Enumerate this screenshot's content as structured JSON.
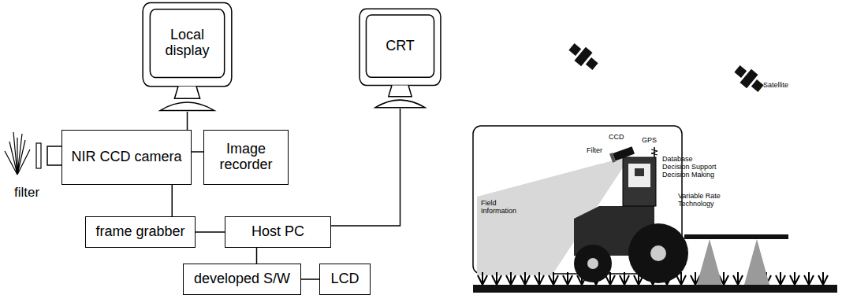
{
  "diagram": {
    "nodes": [
      {
        "text": [
          "Local display"
        ]
      },
      {
        "text": [
          "CRT"
        ]
      },
      {
        "text": [
          "NIR CCD camera"
        ]
      },
      {
        "text": [
          "Image recorder"
        ]
      },
      {
        "text": [
          "frame grabber"
        ]
      },
      {
        "text": [
          "Host PC"
        ]
      },
      {
        "text": [
          "developed S/W"
        ]
      },
      {
        "text": [
          "LCD"
        ]
      }
    ],
    "edges": [
      {
        "from": 0,
        "to": 2,
        "arrow": "none"
      },
      {
        "from": 2,
        "to": 3,
        "arrow": "none"
      },
      {
        "from": 2,
        "to": 4,
        "arrow": "none"
      },
      {
        "from": 4,
        "to": 5,
        "arrow": "none"
      },
      {
        "from": 5,
        "to": 1,
        "arrow": "none"
      },
      {
        "from": 5,
        "to": 6,
        "arrow": "none"
      },
      {
        "from": 6,
        "to": 7,
        "arrow": "none"
      }
    ],
    "labels": [
      "filter",
      "Satellite",
      "CCD",
      "Filter",
      "GPS",
      "Database",
      "Decision Support",
      "Decision Making",
      "Variable Rate Technology",
      "Field Information"
    ]
  }
}
